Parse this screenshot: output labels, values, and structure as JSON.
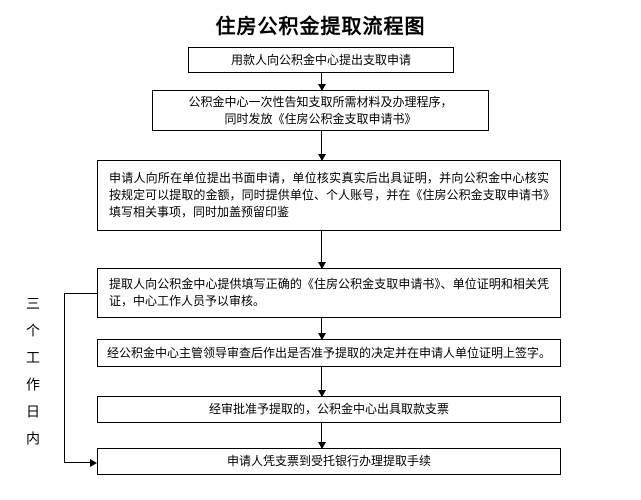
{
  "title": "住房公积金提取流程图",
  "side_label": "三个工作日内",
  "colors": {
    "background": "#ffffff",
    "line": "#000000",
    "text": "#000000"
  },
  "flow": {
    "steps": [
      {
        "text": "用款人向公积金中心提出支取申请"
      },
      {
        "text": "公积金中心一次性告知支取所需材料及办理程序，\n同时发放《住房公积金支取申请书》"
      },
      {
        "text": "申请人向所在单位提出书面申请，单位核实真实后出具证明，并向公积金中心核实按规定可以提取的金额，同时提供单位、个人账号，并在《住房公积金支取申请书》填写相关事项，同时加盖预留印鉴"
      },
      {
        "text": "提取人向公积金中心提供填写正确的《住房公积金支取申请书》、单位证明和相关凭证，中心工作人员予以审核。"
      },
      {
        "text": "经公积金中心主管领导审查后作出是否准予提取的决定并在申请人单位证明上签字。"
      },
      {
        "text": "经审批准予提取的，公积金中心出具取款支票"
      },
      {
        "text": "申请人凭支票到受托银行办理提取手续"
      }
    ]
  }
}
